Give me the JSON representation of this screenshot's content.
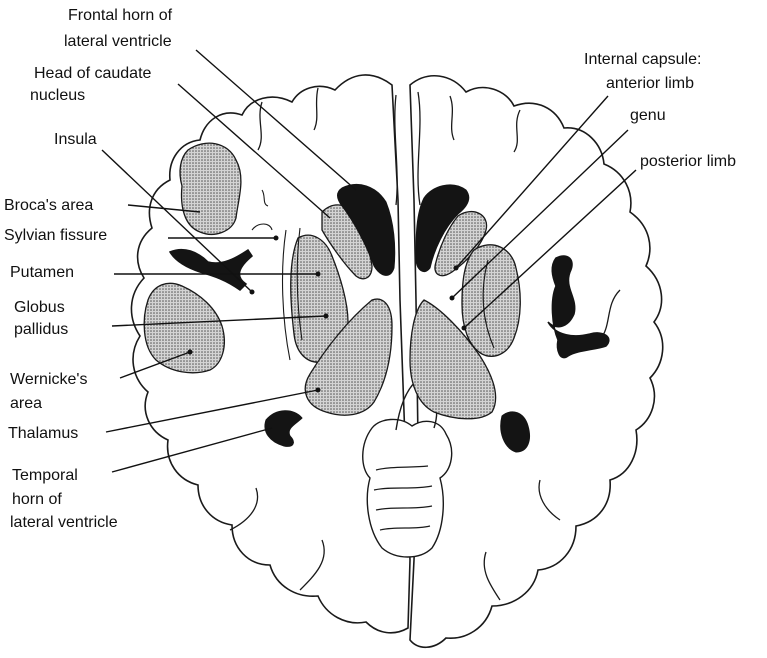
{
  "labels": {
    "frontal_horn_1": "Frontal horn of",
    "frontal_horn_2": "lateral ventricle",
    "caudate_1": "Head of caudate",
    "caudate_2": "nucleus",
    "insula": "Insula",
    "broca": "Broca's area",
    "sylvian": "Sylvian fissure",
    "putamen": "Putamen",
    "globus_1": "Globus",
    "globus_2": "pallidus",
    "wernicke_1": "Wernicke's",
    "wernicke_2": "area",
    "thalamus": "Thalamus",
    "temporal_1": "Temporal",
    "temporal_2": "horn of",
    "temporal_3": "lateral ventricle",
    "capsule_1": "Internal capsule:",
    "capsule_2": "anterior limb",
    "genu": "genu",
    "posterior": "posterior limb"
  },
  "colors": {
    "outline": "#1a1a1a",
    "stipple": "#b9b9b9",
    "ventricle": "#141414"
  }
}
